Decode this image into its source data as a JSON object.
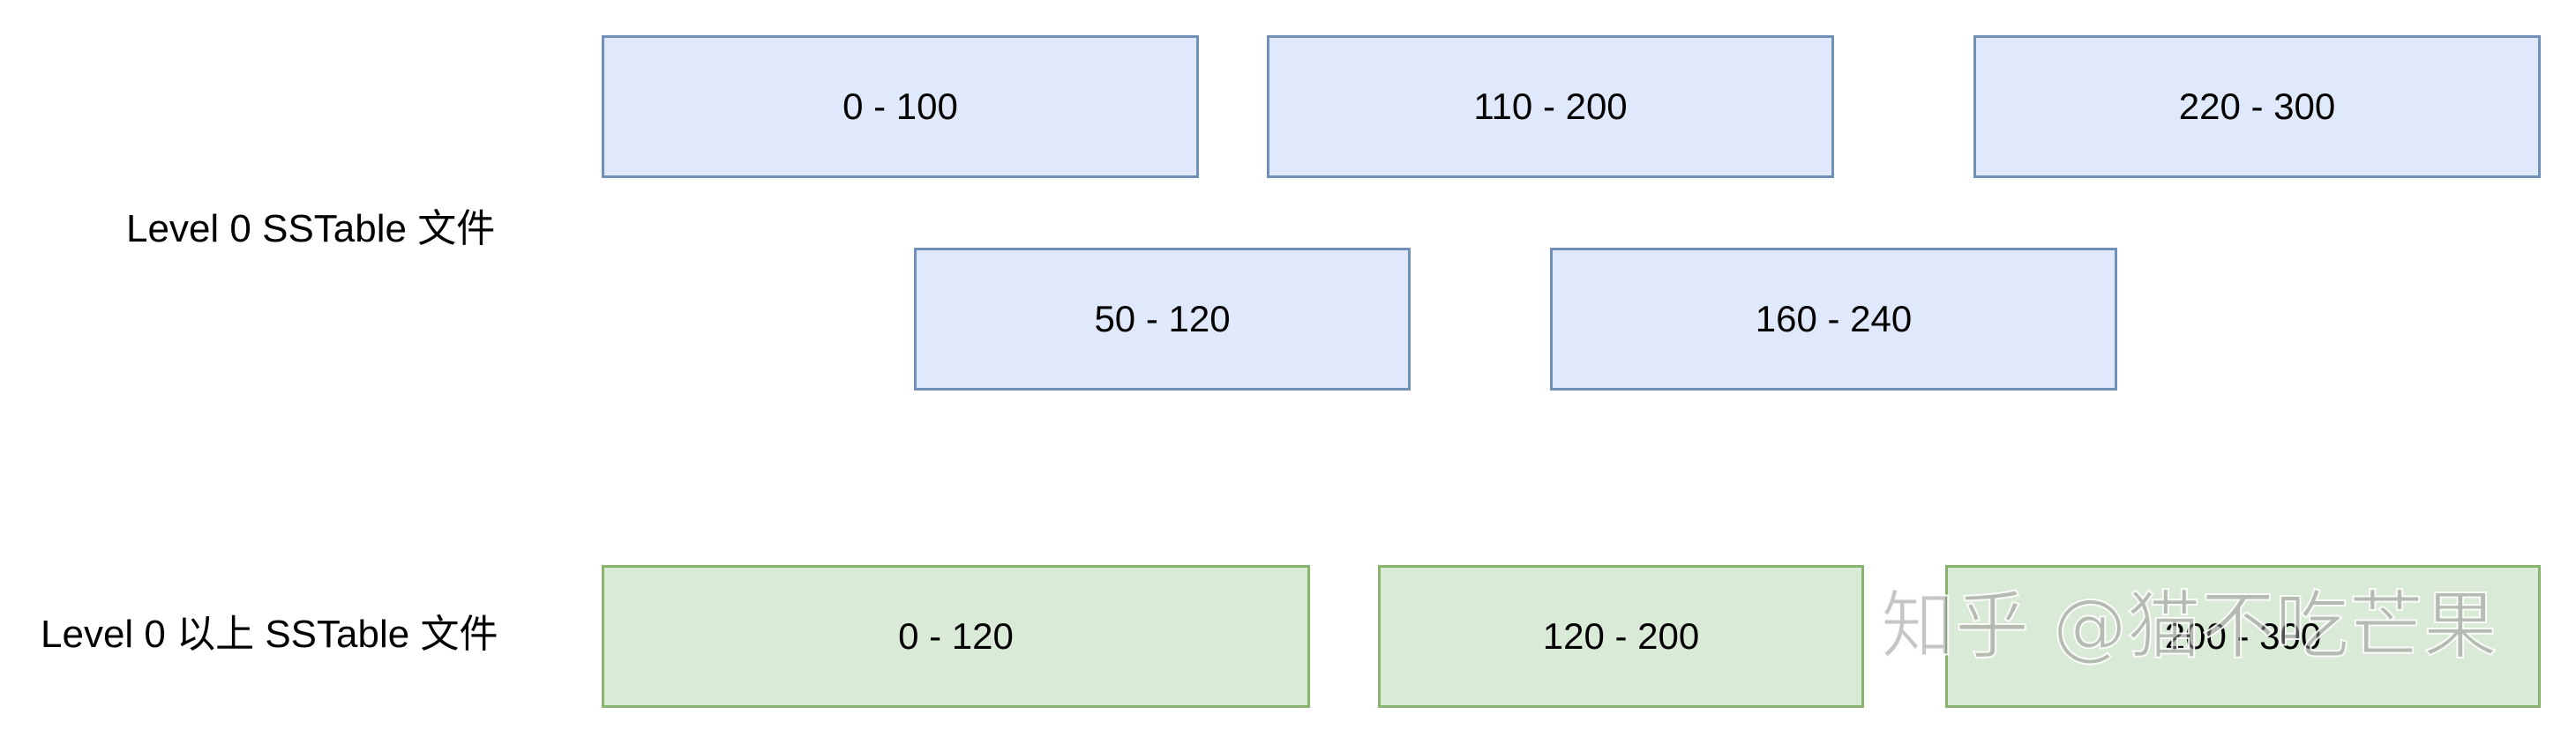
{
  "colors": {
    "blue_fill": "#dfe9fb",
    "blue_border": "#7190b8",
    "green_fill": "#d9ead6",
    "green_border": "#87b36c"
  },
  "levels": {
    "level0_label": "Level 0 SSTable 文件",
    "level_above_label": "Level 0 以上 SSTable 文件"
  },
  "level0_sstables": [
    {
      "range": "0 - 100"
    },
    {
      "range": "110 - 200"
    },
    {
      "range": "220 - 300"
    },
    {
      "range": "50 - 120"
    },
    {
      "range": "160 - 240"
    }
  ],
  "level_above_sstables": [
    {
      "range": "0 - 120"
    },
    {
      "range": "120 - 200"
    },
    {
      "range": "200 - 300"
    }
  ],
  "watermark": {
    "text": "知乎 @猫不吃芒果"
  }
}
